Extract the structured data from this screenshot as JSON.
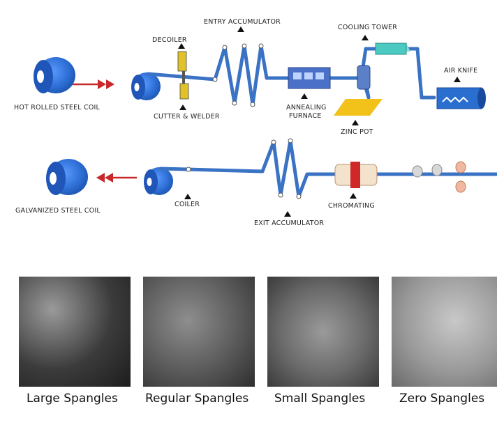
{
  "labels": {
    "hot_rolled": "HOT ROLLED STEEL COIL",
    "decoiler": "DECOILER",
    "cutter_welder": "CUTTER & WELDER",
    "entry_accumulator": "ENTRY ACCUMULATOR",
    "annealing_1": "ANNEALING",
    "annealing_2": "FURNACE",
    "cooling_tower": "COOLING TOWER",
    "zinc_pot": "ZINC POT",
    "air_knife": "AIR KNIFE",
    "galvanized": "GALVANIZED STEEL COIL",
    "coiler": "COILER",
    "exit_accumulator": "EXIT ACCUMULATOR",
    "chromating": "CHROMATING"
  },
  "spangles": [
    {
      "label": "Large Spangles"
    },
    {
      "label": "Regular Spangles"
    },
    {
      "label": "Small  Spangles"
    },
    {
      "label": "Zero  Spangles"
    }
  ],
  "colors": {
    "line_blue": "#3a72c4",
    "coil_blue": "#2e6fd6",
    "arrow_red": "#c8282a",
    "zinc_yellow": "#f2c21b",
    "cooling_teal": "#4cc9c0"
  }
}
